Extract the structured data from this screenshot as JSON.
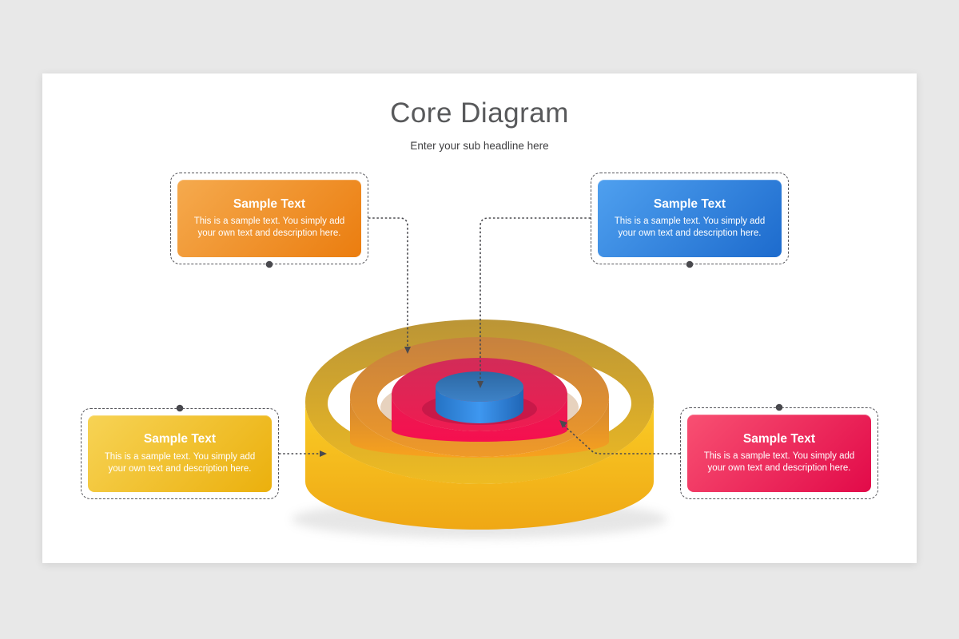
{
  "page": {
    "background": "#E8E8E8",
    "slide_background": "#FFFFFF"
  },
  "header": {
    "title": "Core Diagram",
    "subtitle": "Enter your sub headline here",
    "title_color": "#58595B",
    "subtitle_color": "#3E3E40"
  },
  "callouts": [
    {
      "position": "top-left",
      "heading": "Sample Text",
      "body": "This is a sample text. You simply add\nyour own text and description here.",
      "gradient_from": "#F5AA4E",
      "gradient_to": "#EB7D0F"
    },
    {
      "position": "top-right",
      "heading": "Sample Text",
      "body": "This is a sample text. You simply add\nyour own text and description here.",
      "gradient_from": "#4FA0EF",
      "gradient_to": "#1D6BCD"
    },
    {
      "position": "bottom-left",
      "heading": "Sample Text",
      "body": "This is a sample text. You simply add\nyour own text and description here.",
      "gradient_from": "#F7D355",
      "gradient_to": "#EBB00D"
    },
    {
      "position": "bottom-right",
      "heading": "Sample Text",
      "body": "This is a sample text. You simply add\nyour own text and description here.",
      "gradient_from": "#F85072",
      "gradient_to": "#E20A49"
    }
  ],
  "diagram": {
    "rings": [
      {
        "name": "outer-ring",
        "top_color": "#BB9536",
        "face_color": "#FACD26"
      },
      {
        "name": "middle-ring",
        "top_color": "#C6813F",
        "face_color": "#F9A31D"
      },
      {
        "name": "inner-ring",
        "top_color": "#D22C58",
        "face_color": "#F60F4F"
      },
      {
        "name": "core",
        "top_color": "#2C68A4",
        "face_color": "#3E97F0"
      }
    ],
    "connector_color": "#4A4A4F"
  }
}
